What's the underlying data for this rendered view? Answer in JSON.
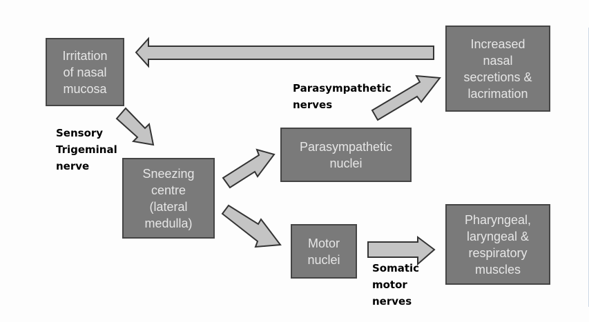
{
  "diagram": {
    "type": "flowchart",
    "title": "",
    "colors": {
      "box_fill": "#7a7a7a",
      "box_border": "#444444",
      "box_text": "#e6e6e6",
      "arrow_fill": "#c4c4c4",
      "arrow_stroke": "#333333",
      "label_text": "#000000",
      "background": "#fdfdfd"
    },
    "nodes": {
      "irritation": "Irritation\nof nasal\nmucosa",
      "sneezing_centre": "Sneezing\ncentre\n(lateral\nmedulla)",
      "parasympathetic_nuclei": "Parasympathetic\nnuclei",
      "motor_nuclei": "Motor\nnuclei",
      "increased_secretions": "Increased\nnasal\nsecretions &\nlacrimation",
      "muscles": "Pharyngeal,\nlaryngeal &\nrespiratory\nmuscles"
    },
    "edge_labels": {
      "sensory": "Sensory\nTrigeminal\nnerve",
      "parasympathetic_nerves": "Parasympathetic\nnerves",
      "somatic": "Somatic\nmotor\nnerves"
    },
    "edges": [
      {
        "from": "irritation",
        "to": "sneezing_centre",
        "label": "Sensory Trigeminal nerve"
      },
      {
        "from": "sneezing_centre",
        "to": "parasympathetic_nuclei",
        "label": ""
      },
      {
        "from": "sneezing_centre",
        "to": "motor_nuclei",
        "label": ""
      },
      {
        "from": "parasympathetic_nuclei",
        "to": "increased_secretions",
        "label": "Parasympathetic nerves"
      },
      {
        "from": "motor_nuclei",
        "to": "muscles",
        "label": "Somatic motor nerves"
      },
      {
        "from": "increased_secretions",
        "to": "irritation",
        "label": ""
      }
    ]
  }
}
